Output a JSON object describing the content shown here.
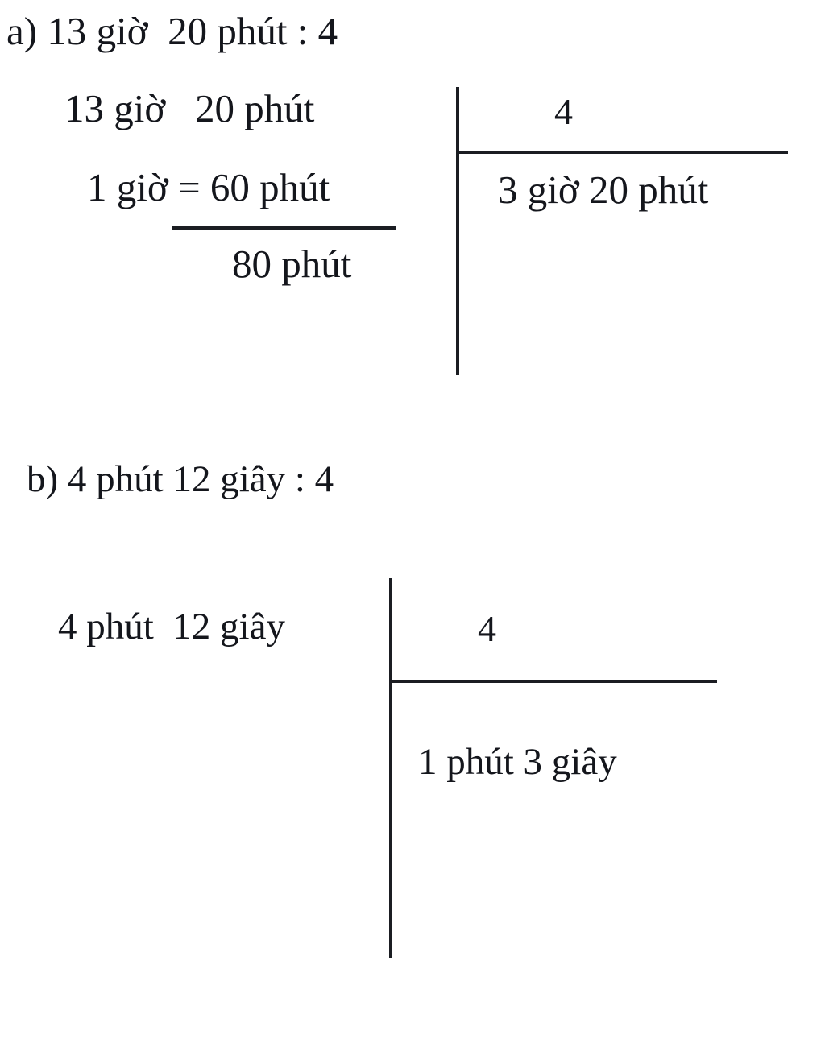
{
  "document": {
    "title": "Phép chia số đo thời gian",
    "background_color": "#ffffff",
    "ink_color": "#14161c"
  },
  "problems": [
    {
      "id": "a",
      "heading": "a) 13 giờ  20 phút : 4",
      "label": "a)",
      "expression": "13 giờ  20 phút : 4",
      "long_division": {
        "dividend": "13 giờ   20 phút",
        "conversion": "1 giờ = 60 phút",
        "subtotal": "80 phút",
        "divisor": "4",
        "quotient": "3 giờ 20 phút"
      }
    },
    {
      "id": "b",
      "heading": "b) 4 phút 12 giây : 4",
      "label": "b)",
      "expression": "4 phút 12 giây : 4",
      "long_division": {
        "dividend": "4 phút  12 giây",
        "divisor": "4",
        "quotient": "1 phút 3 giây"
      }
    }
  ]
}
